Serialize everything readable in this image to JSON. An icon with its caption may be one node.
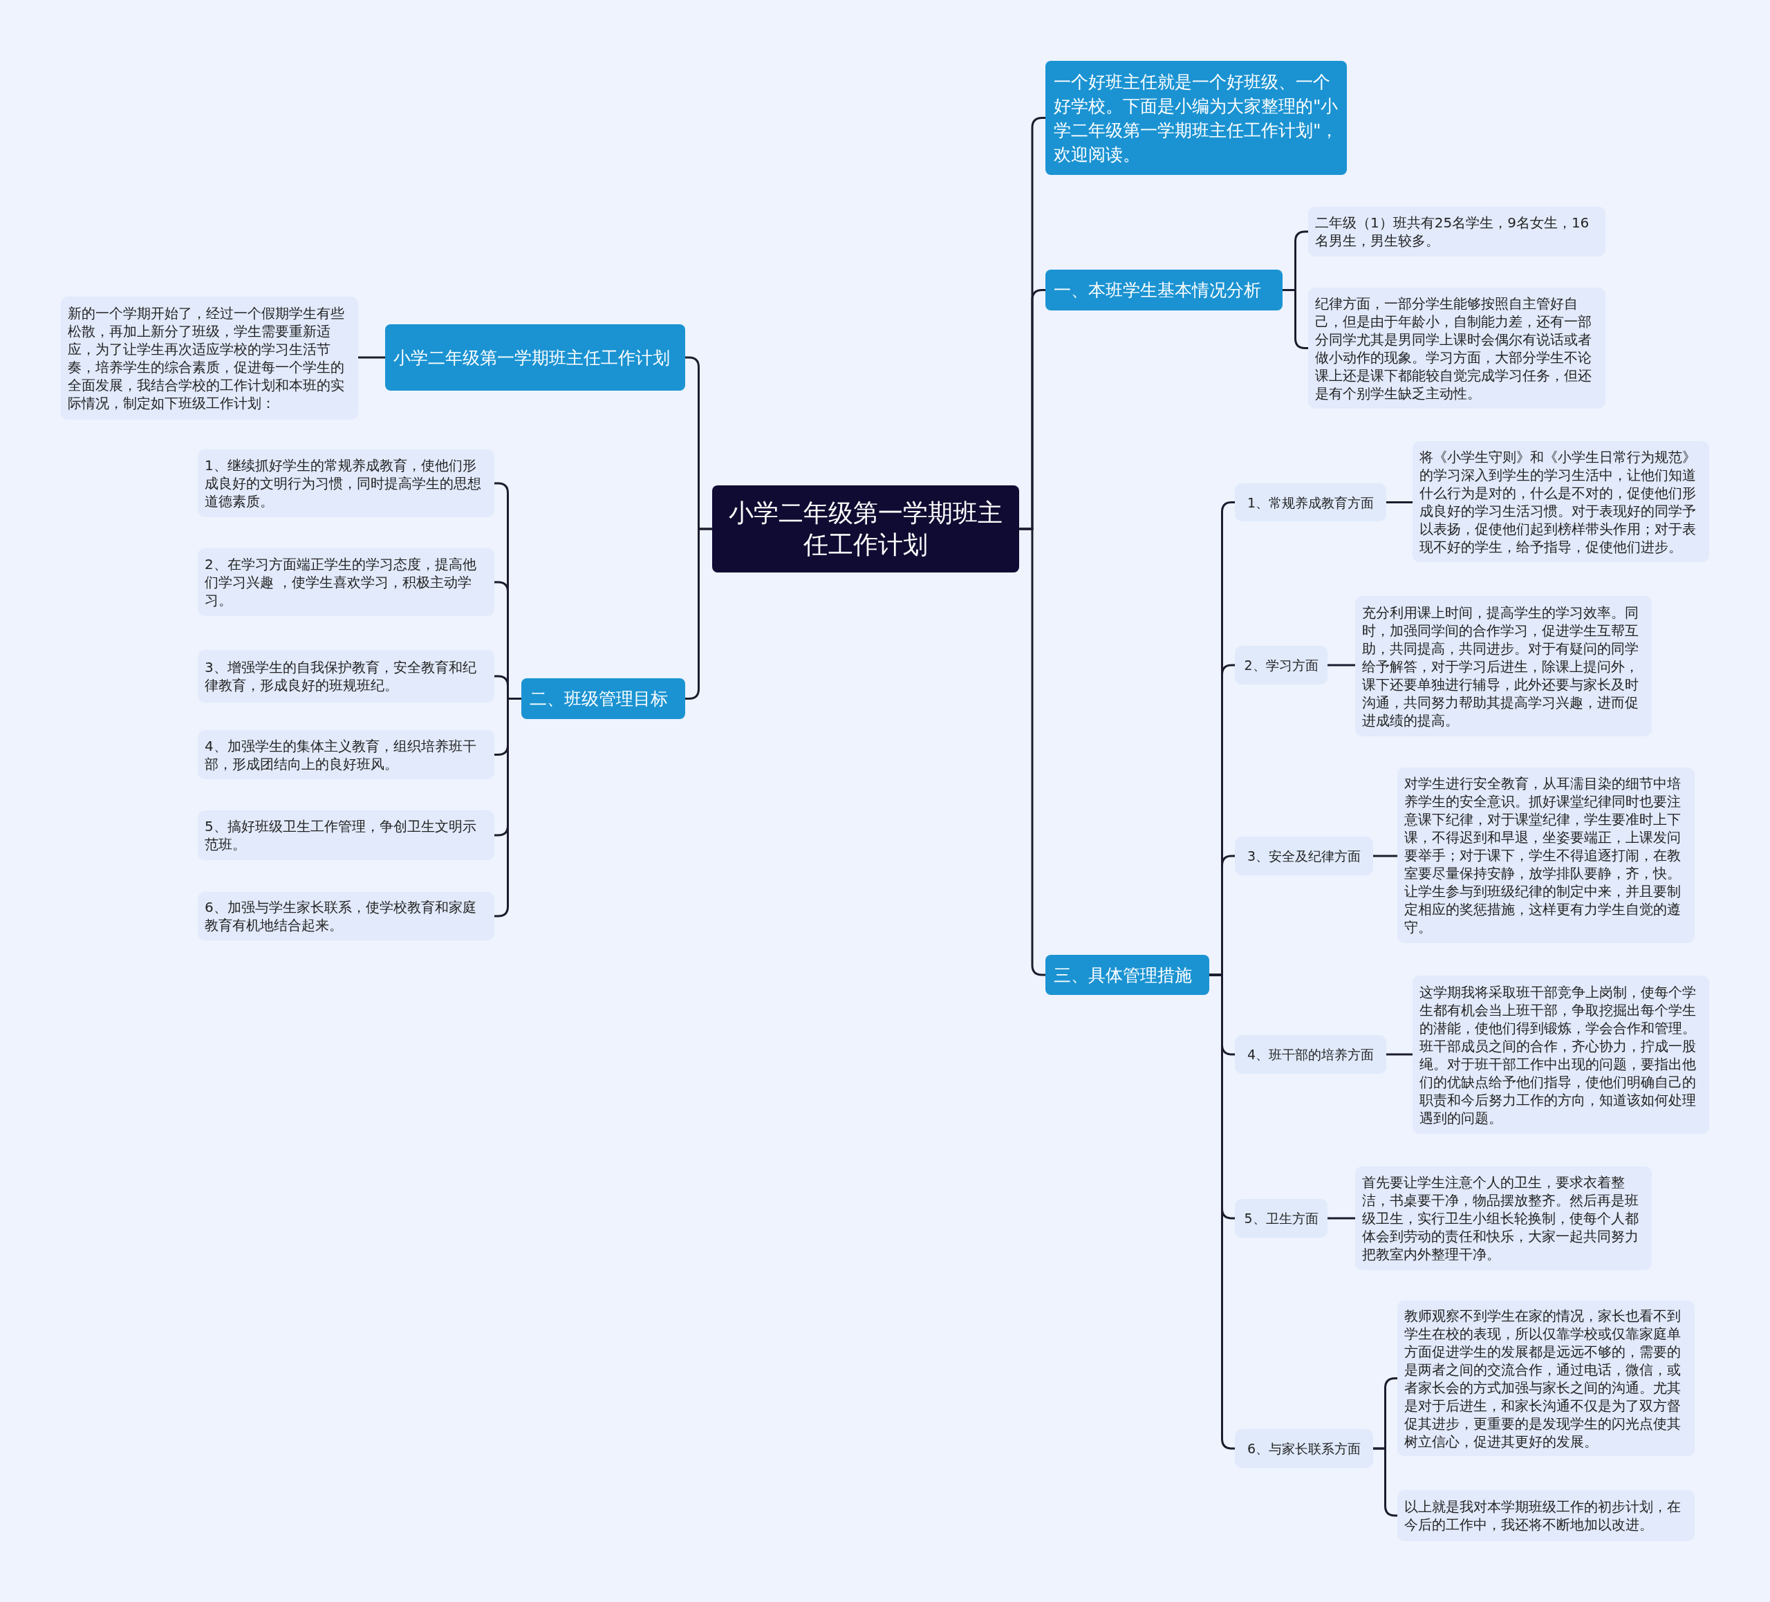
{
  "diagram": {
    "nodes": [
      {
        "text": [
          "小学二年级第一学期班主任工作计划"
        ]
      },
      {
        "text": [
          "一个好班主任就是一个好班级、一个好学校。下面是小编为大家整理的\"小学二年级第一学期班主任工作计划\"，欢迎阅读。"
        ]
      },
      {
        "text": [
          "一、本班学生基本情况分析"
        ]
      },
      {
        "text": [
          "二年级（1）班共有25名学生，9名女生，16名男生，男生较多。"
        ]
      },
      {
        "text": [
          "纪律方面，一部分学生能够按照自主管好自己，但是由于年龄小，自制能力差，还有一部分同学尤其是男同学上课时会偶尔有说话或者做小动作的现象。学习方面，大部分学生不论课上还是课下都能较自觉完成学习任务，但还是有个别学生缺乏主动性。"
        ]
      },
      {
        "text": [
          "三、具体管理措施"
        ]
      },
      {
        "text": [
          "1、常规养成教育方面"
        ]
      },
      {
        "text": [
          "将《小学生守则》和《小学生日常行为规范》的学习深入到学生的学习生活中，让他们知道什么行为是对的，什么是不对的，促使他们形成良好的学习生活习惯。对于表现好的同学予以表扬，促使他们起到榜样带头作用；对于表现不好的学生，给予指导，促使他们进步。"
        ]
      },
      {
        "text": [
          "2、学习方面"
        ]
      },
      {
        "text": [
          "充分利用课上时间，提高学生的学习效率。同时，加强同学间的合作学习，促进学生互帮互助，共同提高，共同进步。对于有疑问的同学给予解答，对于学习后进生，除课上提问外，课下还要单独进行辅导，此外还要与家长及时沟通，共同努力帮助其提高学习兴趣，进而促进成绩的提高。"
        ]
      },
      {
        "text": [
          "3、安全及纪律方面"
        ]
      },
      {
        "text": [
          "对学生进行安全教育，从耳濡目染的细节中培养学生的安全意识。抓好课堂纪律同时也要注意课下纪律，对于课堂纪律，学生要准时上下课，不得迟到和早退，坐姿要端正，上课发问要举手；对于课下，学生不得追逐打闹，在教室要尽量保持安静，放学排队要静，齐，快。让学生参与到班级纪律的制定中来，并且要制定相应的奖惩措施，这样更有力学生自觉的遵守。"
        ]
      },
      {
        "text": [
          "4、班干部的培养方面"
        ]
      },
      {
        "text": [
          "这学期我将采取班干部竞争上岗制，使每个学生都有机会当上班干部，争取挖掘出每个学生的潜能，使他们得到锻炼，学会合作和管理。班干部成员之间的合作，齐心协力，拧成一股绳。对于班干部工作中出现的问题，要指出他们的优缺点给予他们指导，使他们明确自己的职责和今后努力工作的方向，知道该如何处理遇到的问题。"
        ]
      },
      {
        "text": [
          "5、卫生方面"
        ]
      },
      {
        "text": [
          "首先要让学生注意个人的卫生，要求衣着整洁，书桌要干净，物品摆放整齐。然后再是班级卫生，实行卫生小组长轮换制，使每个人都体会到劳动的责任和快乐，大家一起共同努力把教室内外整理干净。"
        ]
      },
      {
        "text": [
          "6、与家长联系方面"
        ]
      },
      {
        "text": [
          "教师观察不到学生在家的情况，家长也看不到学生在校的表现，所以仅靠学校或仅靠家庭单方面促进学生的发展都是远远不够的，需要的是两者之间的交流合作，通过电话，微信，或者家长会的方式加强与家长之间的沟通。尤其是对于后进生，和家长沟通不仅是为了双方督促其进步，更重要的是发现学生的闪光点使其树立信心，促进其更好的发展。"
        ]
      },
      {
        "text": [
          "以上就是我对本学期班级工作的初步计划，在今后的工作中，我还将不断地加以改进。"
        ]
      },
      {
        "text": [
          "小学二年级第一学期班主任工作计划"
        ]
      },
      {
        "text": [
          "新的一个学期开始了，经过一个假期学生有些松散，再加上新分了班级，学生需要重新适应，为了让学生再次适应学校的学习生活节奏，培养学生的综合素质，促进每一个学生的全面发展，我结合学校的工作计划和本班的实际情况，制定如下班级工作计划："
        ]
      },
      {
        "text": [
          "二、班级管理目标"
        ]
      },
      {
        "text": [
          "1、继续抓好学生的常规养成教育，使他们形成良好的文明行为习惯，同时提高学生的思想道德素质。"
        ]
      },
      {
        "text": [
          "2、在学习方面端正学生的学习态度，提高他们学习兴趣 ，使学生喜欢学习，积极主动学习。"
        ]
      },
      {
        "text": [
          "3、增强学生的自我保护教育，安全教育和纪律教育，形成良好的班规班纪。"
        ]
      },
      {
        "text": [
          "4、加强学生的集体主义教育，组织培养班干部，形成团结向上的良好班风。"
        ]
      },
      {
        "text": [
          "5、搞好班级卫生工作管理，争创卫生文明示范班。"
        ]
      },
      {
        "text": [
          "6、加强与学生家长联系，使学校教育和家庭教育有机地结合起来。"
        ]
      }
    ],
    "edges": [
      {
        "from": 0,
        "to": 1,
        "arrow": "none"
      },
      {
        "from": 0,
        "to": 2,
        "arrow": "none"
      },
      {
        "from": 2,
        "to": 3,
        "arrow": "none"
      },
      {
        "from": 2,
        "to": 4,
        "arrow": "none"
      },
      {
        "from": 0,
        "to": 5,
        "arrow": "none"
      },
      {
        "from": 5,
        "to": 6,
        "arrow": "none"
      },
      {
        "from": 6,
        "to": 7,
        "arrow": "none"
      },
      {
        "from": 5,
        "to": 8,
        "arrow": "none"
      },
      {
        "from": 8,
        "to": 9,
        "arrow": "none"
      },
      {
        "from": 5,
        "to": 10,
        "arrow": "none"
      },
      {
        "from": 10,
        "to": 11,
        "arrow": "none"
      },
      {
        "from": 5,
        "to": 12,
        "arrow": "none"
      },
      {
        "from": 12,
        "to": 13,
        "arrow": "none"
      },
      {
        "from": 5,
        "to": 14,
        "arrow": "none"
      },
      {
        "from": 14,
        "to": 15,
        "arrow": "none"
      },
      {
        "from": 5,
        "to": 16,
        "arrow": "none"
      },
      {
        "from": 16,
        "to": 17,
        "arrow": "none"
      },
      {
        "from": 16,
        "to": 18,
        "arrow": "none"
      },
      {
        "from": 0,
        "to": 19,
        "arrow": "none"
      },
      {
        "from": 19,
        "to": 20,
        "arrow": "none"
      },
      {
        "from": 0,
        "to": 21,
        "arrow": "none"
      },
      {
        "from": 21,
        "to": 22,
        "arrow": "none"
      },
      {
        "from": 21,
        "to": 23,
        "arrow": "none"
      },
      {
        "from": 21,
        "to": 24,
        "arrow": "none"
      },
      {
        "from": 21,
        "to": 25,
        "arrow": "none"
      },
      {
        "from": 21,
        "to": 26,
        "arrow": "none"
      },
      {
        "from": 21,
        "to": 27,
        "arrow": "none"
      }
    ]
  }
}
